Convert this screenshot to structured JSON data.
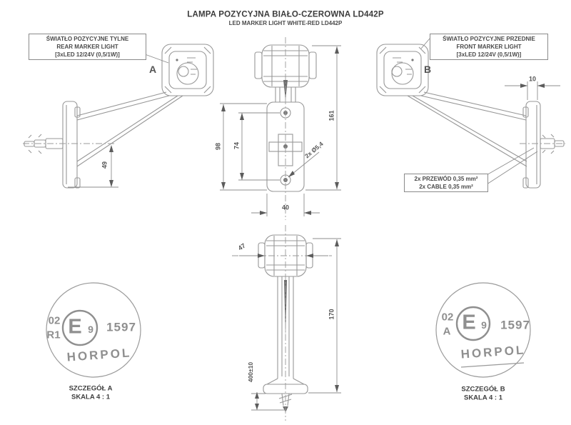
{
  "title": {
    "main": "LAMPA POZYCYJNA BIAŁO-CZEROWNA LD442P",
    "sub": "LED MARKER LIGHT WHITE-RED LD442P"
  },
  "callouts": {
    "rear": {
      "line1": "ŚWIATŁO POZYCYJNE TYLNE",
      "line2": "REAR MARKER LIGHT",
      "line3": "[3xLED 12/24V (0,5/1W)]"
    },
    "front": {
      "line1": "ŚWIATŁO POZYCYJNE PRZEDNIE",
      "line2": "FRONT MARKER LIGHT",
      "line3": "[3xLED 12/24V (0,5/1W)]"
    },
    "cable": {
      "line1": "2x PRZEWÓD 0,35 mm²",
      "line2": "2x CABLE 0,35 mm²"
    }
  },
  "views": {
    "a_label": "A",
    "b_label": "B"
  },
  "dims": {
    "a_height": "49",
    "plate_height": "98",
    "hole_spacing": "74",
    "total_height": "161",
    "plate_width": "40",
    "hole_dia": "2x Ø5,4",
    "plate_depth": "10",
    "head_width": "47",
    "pendant_height": "170",
    "cable_length": "400±10"
  },
  "detail_a": {
    "code_line1": "02",
    "code_line2": "R1",
    "e_letter": "E",
    "e_number": "9",
    "approval": "1597",
    "brand": "HORPOL",
    "caption": "SZCZEGÓŁ A",
    "scale": "SKALA 4 : 1"
  },
  "detail_b": {
    "code_line1": "02",
    "code_line2": "A",
    "e_letter": "E",
    "e_number": "9",
    "approval": "1597",
    "brand": "HORPOL",
    "caption": "SZCZEGÓŁ B",
    "scale": "SKALA 4 : 1"
  },
  "colors": {
    "line": "#979797",
    "dimension": "#8d8d8d",
    "text": "#4a4a4a",
    "stamp": "#8f8f8f",
    "background": "#ffffff"
  }
}
